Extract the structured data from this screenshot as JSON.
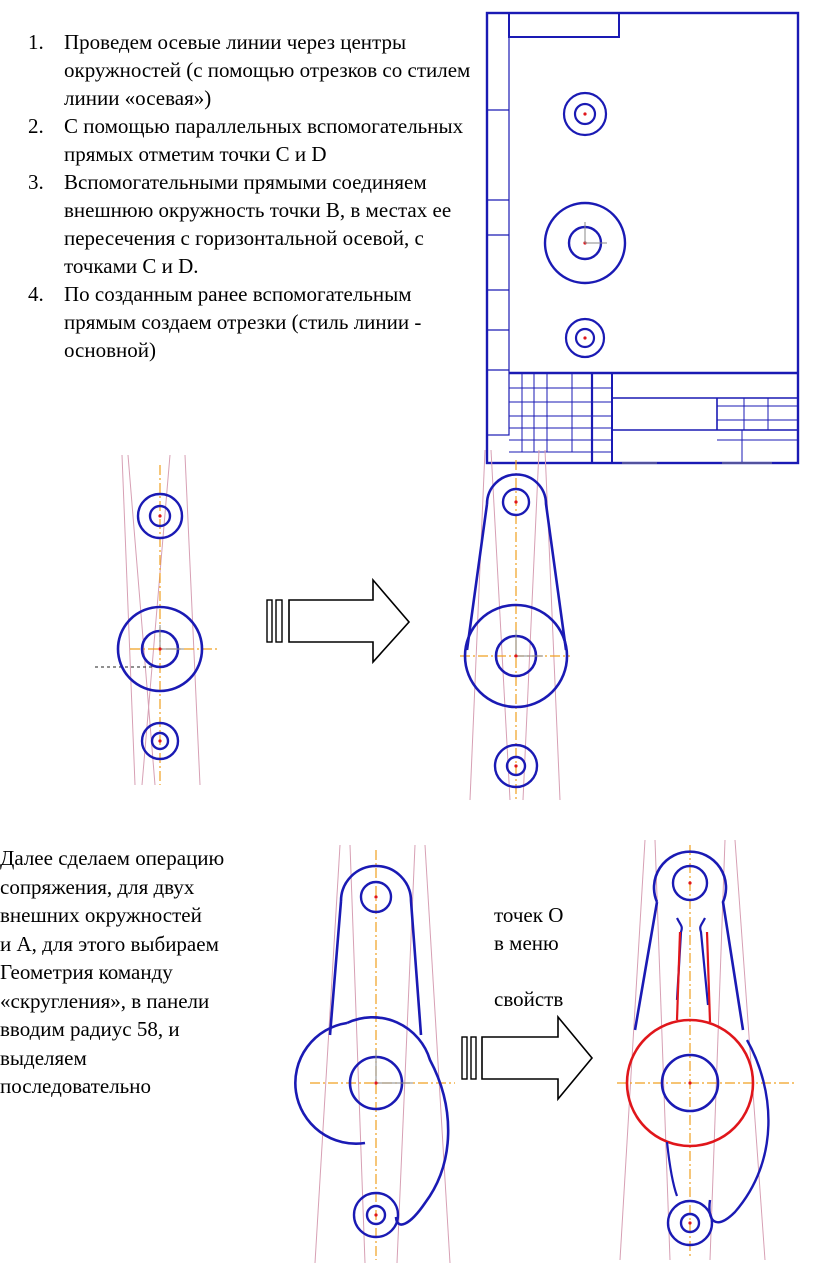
{
  "steps": [
    {
      "num": "1.",
      "text": "Проведем осевые линии через центры окружностей (с помощью отрезков со стилем линии «осевая»)"
    },
    {
      "num": "2.",
      "text": "С помощью параллельных вспомогательных прямых отметим точки C и D"
    },
    {
      "num": "3.",
      "text": "Вспомогательными прямыми соединяем внешнюю окружность точки В, в местах ее пересечения с горизонтальной осевой,  с точками C и D."
    },
    {
      "num": "4.",
      "text": "По созданным ранее вспомогательным прямым создаем отрезки (стиль линии - основной)"
    }
  ],
  "paragraph": [
    "Далее сделаем операцию",
    "сопряжения, для двух",
    "внешних окружностей",
    "и А, для этого выбираем",
    "Геометрия команду",
    "«скругления», в панели",
    "вводим радиус 58, и",
    "выделяем",
    "последовательно"
  ],
  "side_text": {
    "line1": "точек О",
    "line2": "в меню",
    "line3": "свойств"
  },
  "colors": {
    "outline": "#1a1ab4",
    "fillet": "#e0161b",
    "axis": "#f0a020",
    "construction": "#d7a0b4"
  }
}
